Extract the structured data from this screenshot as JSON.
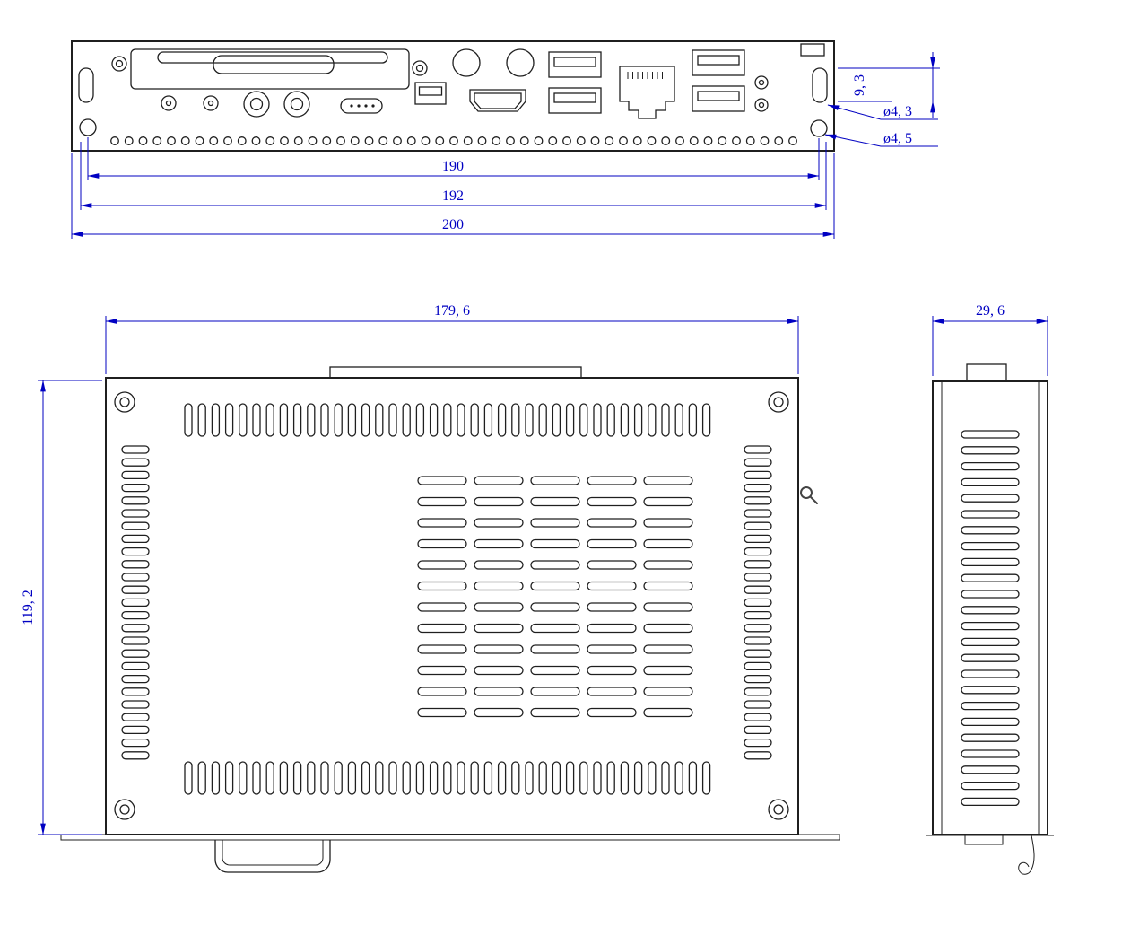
{
  "meta": {
    "drawing_type": "mechanical dimension drawing - OPS mini PC module, three views",
    "background": "#ffffff",
    "line_color": "#1f1f1f",
    "dimension_color": "#0000c2"
  },
  "dims": {
    "rear": {
      "mount_span": "190",
      "slot_span": "192",
      "overall_width": "200",
      "hole_offset": "9, 3",
      "dia_small": "ø4, 3",
      "dia_large": "ø4, 5"
    },
    "top": {
      "width": "179, 6",
      "depth": "119, 2"
    },
    "side": {
      "width": "29, 6"
    }
  },
  "cursor": {
    "type": "magnifier"
  }
}
